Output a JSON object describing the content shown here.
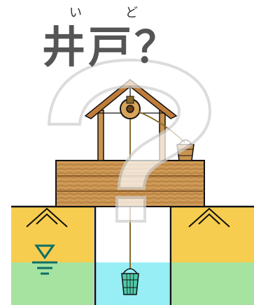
{
  "title": {
    "kanji": "井戸？",
    "ruby": [
      "い",
      "ど"
    ]
  },
  "colors": {
    "soil": "#f7cd4f",
    "groundwater": "#a6e3a1",
    "well_water": "#97eef5",
    "wood": "#c9934f",
    "roof": "#c07d3a",
    "rope": "#8a6a2a",
    "outline": "#111111",
    "water_marker": "#0c6f66",
    "question_mark": "#cccccc"
  },
  "icons": [
    "water-level-marker-icon",
    "wooden-bucket-icon",
    "pulley-icon",
    "question-mark-icon"
  ]
}
